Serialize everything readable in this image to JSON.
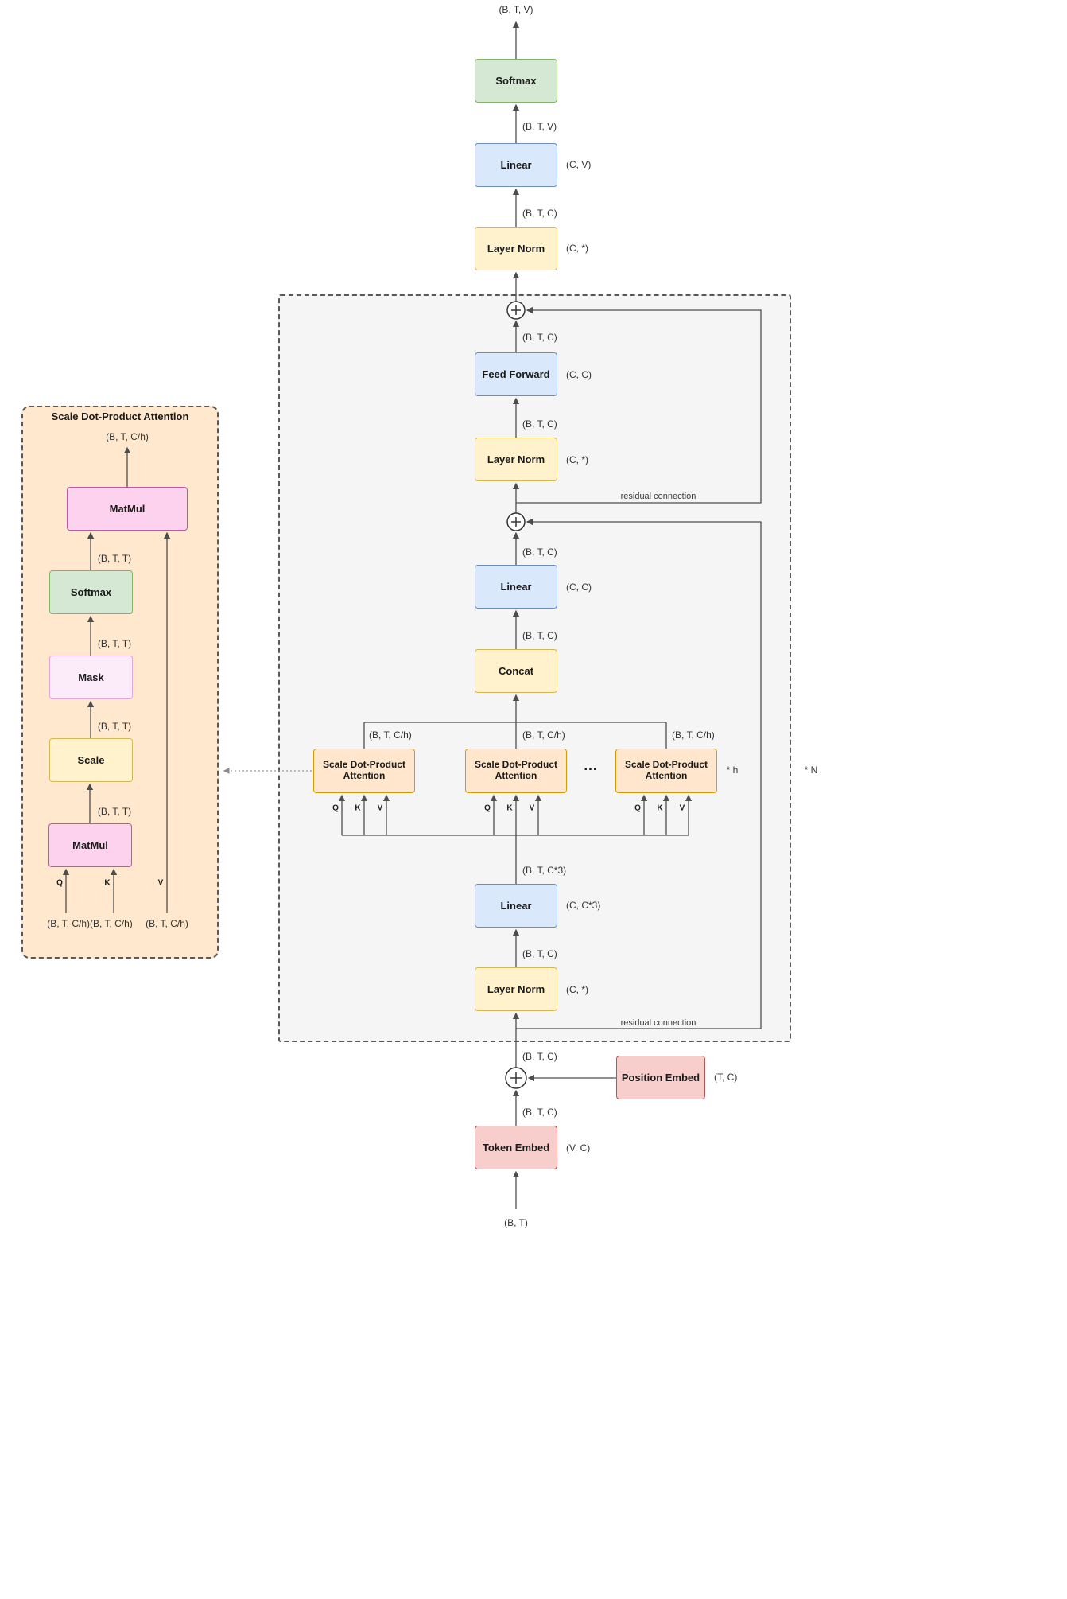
{
  "blocks": {
    "transformer_block": {
      "repeat_label": "* N"
    },
    "attention_heads": {
      "repeat_label": "* h",
      "ellipsis": "..."
    },
    "detail_panel": {
      "title": "Scale Dot-Product Attention"
    }
  },
  "nodes": {
    "softmax": "Softmax",
    "linear": "Linear",
    "layer_norm": "Layer Norm",
    "feed_forward": "Feed Forward",
    "concat": "Concat",
    "attention": "Scale Dot-Product Attention",
    "position_embed": "Position Embed",
    "token_embed": "Token Embed",
    "matmul": "MatMul",
    "mask": "Mask",
    "scale": "Scale"
  },
  "dims": {
    "c_v": "(C, V)",
    "c_star": "(C, *)",
    "c_c": "(C, C)",
    "c_c3": "(C, C*3)",
    "t_c": "(T, C)",
    "v_c": "(V, C)"
  },
  "shapes": {
    "btv": "(B, T, V)",
    "btc": "(B, T, C)",
    "btc3": "(B, T, C*3)",
    "btch": "(B, T, C/h)",
    "btch2": "(B, T, C/h)(B, T, C/h)",
    "btt": "(B, T, T)",
    "bt": "(B, T)"
  },
  "labels": {
    "residual": "residual connection",
    "q": "Q",
    "k": "K",
    "v": "V"
  },
  "colors": {
    "softmax_fill": "#d5e8d4",
    "softmax_stroke": "#82b366",
    "linear_fill": "#dae8fc",
    "linear_stroke": "#6c8ebf",
    "norm_fill": "#fff2cc",
    "norm_stroke": "#d6b656",
    "embed_fill": "#f8cecc",
    "embed_stroke": "#b85450",
    "attention_fill": "#ffe6cc",
    "attention_stroke": "#d79b00",
    "matmul_fill": "#fcd2ef",
    "matmul_stroke": "#c4589e",
    "mask_fill": "#fcecfa",
    "mask_stroke": "#e2a3d6",
    "block_fill": "#f5f5f6",
    "panel_fill": "#ffe8cd",
    "line": "#4d4d4d"
  }
}
